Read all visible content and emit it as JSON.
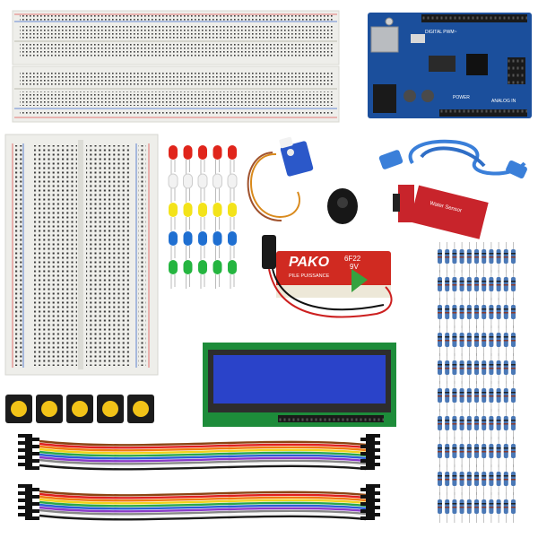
{
  "scene": {
    "background": "#ffffff",
    "components": [
      {
        "name": "full-breadboard-top",
        "kind": "breadboard"
      },
      {
        "name": "full-breadboard-bottom",
        "kind": "breadboard"
      },
      {
        "name": "uno-board",
        "kind": "microcontroller"
      },
      {
        "name": "half-breadboard",
        "kind": "breadboard"
      },
      {
        "name": "led-array",
        "kind": "leds",
        "colors": [
          "#e0251b",
          "#f2f2f2",
          "#f3e31a",
          "#1f6fd1",
          "#25b540"
        ]
      },
      {
        "name": "servo-motor",
        "kind": "servo"
      },
      {
        "name": "buzzer",
        "kind": "buzzer"
      },
      {
        "name": "usb-cable",
        "kind": "cable"
      },
      {
        "name": "water-sensor",
        "kind": "sensor"
      },
      {
        "name": "battery-9v",
        "kind": "battery"
      },
      {
        "name": "resistor-array",
        "kind": "resistors"
      },
      {
        "name": "lcd-1602",
        "kind": "display"
      },
      {
        "name": "push-buttons",
        "kind": "buttons",
        "count": 5
      },
      {
        "name": "ribbon-jumper-top",
        "kind": "wires"
      },
      {
        "name": "ribbon-jumper-bottom",
        "kind": "wires"
      }
    ]
  },
  "labels": {
    "battery_brand": "PAKO",
    "battery_model": "6F22",
    "battery_voltage": "9V",
    "battery_tagline": "PILE PUISSANCE",
    "water_sensor_text": "Water Sensor",
    "board_digital": "DIGITAL PWM~",
    "board_analog": "ANALOG IN",
    "board_power": "POWER"
  },
  "colors": {
    "pcb_blue": "#1b4f9c",
    "breadboard": "#eeeeea",
    "lcd_screen": "#2a43c9",
    "lcd_pcb": "#1d8c3a",
    "sensor_red": "#c8242b",
    "battery_red": "#d02a21",
    "cable_blue": "#3a7fd9",
    "resistor_blue": "#4a78b6",
    "button_yellow": "#f2c318"
  }
}
